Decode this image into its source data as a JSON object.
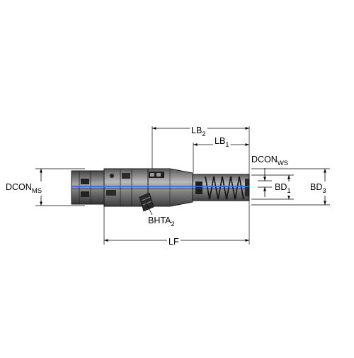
{
  "dimensions": {
    "lb2": {
      "base": "LB",
      "sub": "2"
    },
    "lb1": {
      "base": "LB",
      "sub": "1"
    },
    "dcon_ws": {
      "base": "DCON",
      "sub": "WS"
    },
    "dcon_ms": {
      "base": "DCON",
      "sub": "MS"
    },
    "bd1": {
      "base": "BD",
      "sub": "1"
    },
    "bd3": {
      "base": "BD",
      "sub": "3"
    },
    "bhta2": {
      "base": "BHTA",
      "sub": "2"
    },
    "lf": {
      "base": "LF",
      "sub": ""
    }
  },
  "colors": {
    "body_dark": "#4a4a4a",
    "body_mid": "#8a8a8a",
    "body_light": "#b8b8b8",
    "coolant_channel": "#2f6fd6"
  }
}
